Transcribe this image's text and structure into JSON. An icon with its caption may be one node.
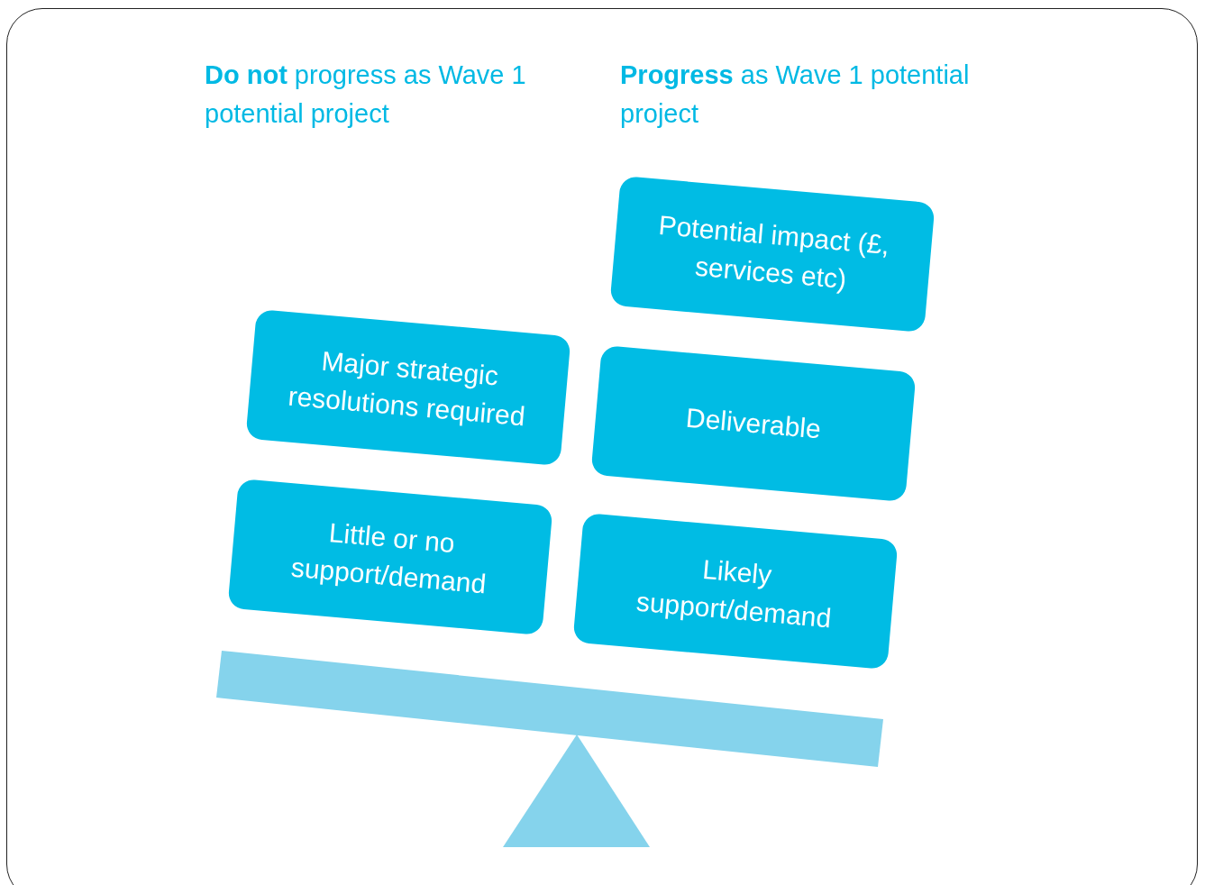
{
  "diagram": {
    "nodes": [
      {
        "text": [
          "Major strategic resolutions required"
        ]
      },
      {
        "text": [
          "Little or no support/demand"
        ]
      },
      {
        "text": [
          "Potential impact (£, services etc)"
        ]
      },
      {
        "text": [
          "Deliverable"
        ]
      },
      {
        "text": [
          "Likely support/demand"
        ]
      }
    ],
    "labels": [
      "**Do not** progress as Wave 1 potential project",
      "**Progress** as Wave 1 potential project"
    ]
  }
}
